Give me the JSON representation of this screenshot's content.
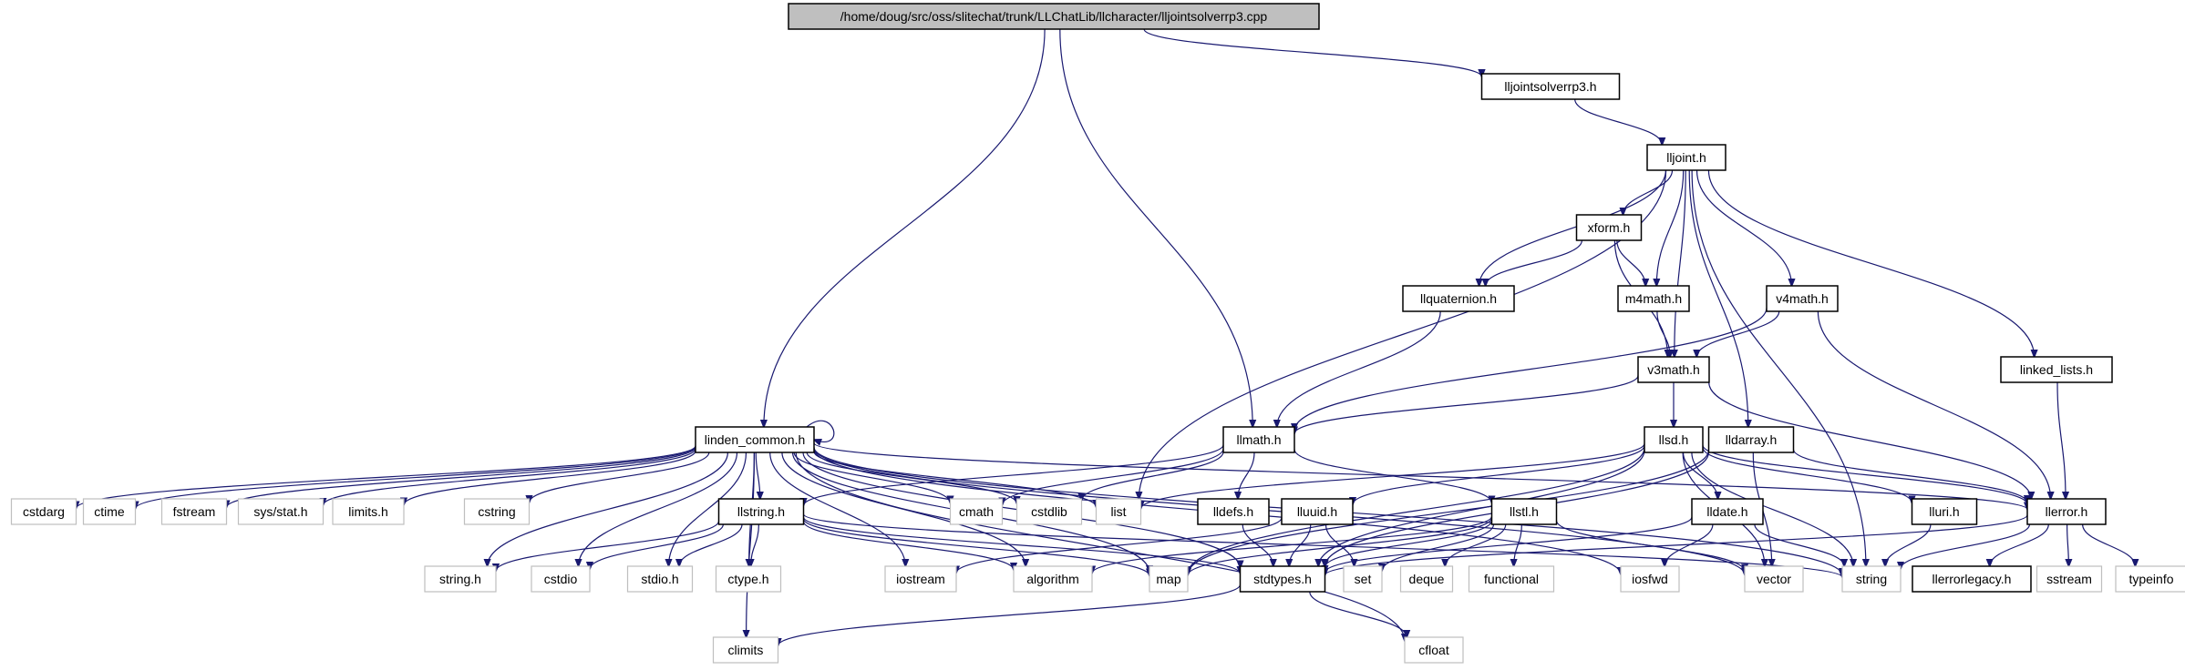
{
  "graph": {
    "nodes": [
      {
        "id": "root",
        "label": "/home/doug/src/oss/slitechat/trunk/LLChatLib/llcharacter/lljointsolverrp3.cpp",
        "kind": "root"
      },
      {
        "id": "lljointsolverrp3h",
        "label": "lljointsolverrp3.h",
        "kind": "header"
      },
      {
        "id": "lljointh",
        "label": "lljoint.h",
        "kind": "header"
      },
      {
        "id": "xformh",
        "label": "xform.h",
        "kind": "header"
      },
      {
        "id": "llquaternionh",
        "label": "llquaternion.h",
        "kind": "header"
      },
      {
        "id": "m4mathh",
        "label": "m4math.h",
        "kind": "header"
      },
      {
        "id": "v4mathh",
        "label": "v4math.h",
        "kind": "header"
      },
      {
        "id": "v3mathh",
        "label": "v3math.h",
        "kind": "header"
      },
      {
        "id": "linkedlistsh",
        "label": "linked_lists.h",
        "kind": "header"
      },
      {
        "id": "lindencommonh",
        "label": "linden_common.h",
        "kind": "header"
      },
      {
        "id": "llmathh",
        "label": "llmath.h",
        "kind": "header"
      },
      {
        "id": "llsdh",
        "label": "llsd.h",
        "kind": "header"
      },
      {
        "id": "lldarrayh",
        "label": "lldarray.h",
        "kind": "header"
      },
      {
        "id": "llerrorh",
        "label": "llerror.h",
        "kind": "header"
      },
      {
        "id": "cstdarg",
        "label": "cstdarg",
        "kind": "system"
      },
      {
        "id": "ctime",
        "label": "ctime",
        "kind": "system"
      },
      {
        "id": "fstream",
        "label": "fstream",
        "kind": "system"
      },
      {
        "id": "sysstat",
        "label": "sys/stat.h",
        "kind": "system"
      },
      {
        "id": "limitsh",
        "label": "limits.h",
        "kind": "system"
      },
      {
        "id": "cstring",
        "label": "cstring",
        "kind": "system"
      },
      {
        "id": "llstringh",
        "label": "llstring.h",
        "kind": "header"
      },
      {
        "id": "cmath",
        "label": "cmath",
        "kind": "system"
      },
      {
        "id": "cstdlib",
        "label": "cstdlib",
        "kind": "system"
      },
      {
        "id": "list",
        "label": "list",
        "kind": "system"
      },
      {
        "id": "lldefsh",
        "label": "lldefs.h",
        "kind": "header"
      },
      {
        "id": "lluuidh",
        "label": "lluuid.h",
        "kind": "header"
      },
      {
        "id": "llstlh",
        "label": "llstl.h",
        "kind": "header"
      },
      {
        "id": "lldateh",
        "label": "lldate.h",
        "kind": "header"
      },
      {
        "id": "llurih",
        "label": "lluri.h",
        "kind": "header"
      },
      {
        "id": "stringh",
        "label": "string.h",
        "kind": "system"
      },
      {
        "id": "cstdio",
        "label": "cstdio",
        "kind": "system"
      },
      {
        "id": "stdioh",
        "label": "stdio.h",
        "kind": "system"
      },
      {
        "id": "ctypeh",
        "label": "ctype.h",
        "kind": "system"
      },
      {
        "id": "iostream",
        "label": "iostream",
        "kind": "system"
      },
      {
        "id": "algorithm",
        "label": "algorithm",
        "kind": "system"
      },
      {
        "id": "map",
        "label": "map",
        "kind": "system"
      },
      {
        "id": "stdtypesh",
        "label": "stdtypes.h",
        "kind": "header"
      },
      {
        "id": "set",
        "label": "set",
        "kind": "system"
      },
      {
        "id": "deque",
        "label": "deque",
        "kind": "system"
      },
      {
        "id": "functional",
        "label": "functional",
        "kind": "system"
      },
      {
        "id": "iosfwd",
        "label": "iosfwd",
        "kind": "system"
      },
      {
        "id": "vector",
        "label": "vector",
        "kind": "system"
      },
      {
        "id": "string",
        "label": "string",
        "kind": "system"
      },
      {
        "id": "llerrorlegacyh",
        "label": "llerrorlegacy.h",
        "kind": "header"
      },
      {
        "id": "sstream",
        "label": "sstream",
        "kind": "system"
      },
      {
        "id": "typeinfo",
        "label": "typeinfo",
        "kind": "system"
      },
      {
        "id": "climits",
        "label": "climits",
        "kind": "system"
      },
      {
        "id": "cfloat",
        "label": "cfloat",
        "kind": "system"
      }
    ],
    "edges": [
      [
        "root",
        "lindencommonh"
      ],
      [
        "root",
        "llmathh"
      ],
      [
        "root",
        "lljointsolverrp3h"
      ],
      [
        "lljointsolverrp3h",
        "lljointh"
      ],
      [
        "lljointh",
        "xformh"
      ],
      [
        "lljointh",
        "llquaternionh"
      ],
      [
        "lljointh",
        "m4mathh"
      ],
      [
        "lljointh",
        "v3mathh"
      ],
      [
        "lljointh",
        "v4mathh"
      ],
      [
        "lljointh",
        "linkedlistsh"
      ],
      [
        "lljointh",
        "lldarrayh"
      ],
      [
        "lljointh",
        "list"
      ],
      [
        "lljointh",
        "string"
      ],
      [
        "xformh",
        "llquaternionh"
      ],
      [
        "xformh",
        "m4mathh"
      ],
      [
        "xformh",
        "v3mathh"
      ],
      [
        "llquaternionh",
        "llmathh"
      ],
      [
        "m4mathh",
        "v3mathh"
      ],
      [
        "v4mathh",
        "v3mathh"
      ],
      [
        "v4mathh",
        "llmathh"
      ],
      [
        "v4mathh",
        "llerrorh"
      ],
      [
        "v3mathh",
        "llmathh"
      ],
      [
        "v3mathh",
        "llsdh"
      ],
      [
        "v3mathh",
        "llerrorh"
      ],
      [
        "linkedlistsh",
        "llerrorh"
      ],
      [
        "lindencommonh",
        "lindencommonh"
      ],
      [
        "lindencommonh",
        "cstdarg"
      ],
      [
        "lindencommonh",
        "ctime"
      ],
      [
        "lindencommonh",
        "fstream"
      ],
      [
        "lindencommonh",
        "sysstat"
      ],
      [
        "lindencommonh",
        "limitsh"
      ],
      [
        "lindencommonh",
        "cstring"
      ],
      [
        "lindencommonh",
        "llstringh"
      ],
      [
        "lindencommonh",
        "cmath"
      ],
      [
        "lindencommonh",
        "cstdlib"
      ],
      [
        "lindencommonh",
        "list"
      ],
      [
        "lindencommonh",
        "stringh"
      ],
      [
        "lindencommonh",
        "cstdio"
      ],
      [
        "lindencommonh",
        "stdioh"
      ],
      [
        "lindencommonh",
        "ctypeh"
      ],
      [
        "lindencommonh",
        "iostream"
      ],
      [
        "lindencommonh",
        "algorithm"
      ],
      [
        "lindencommonh",
        "map"
      ],
      [
        "lindencommonh",
        "stdtypesh"
      ],
      [
        "lindencommonh",
        "climits"
      ],
      [
        "lindencommonh",
        "iosfwd"
      ],
      [
        "lindencommonh",
        "vector"
      ],
      [
        "lindencommonh",
        "string"
      ],
      [
        "lindencommonh",
        "llerrorh"
      ],
      [
        "lindencommonh",
        "cfloat"
      ],
      [
        "llmathh",
        "cmath"
      ],
      [
        "llmathh",
        "cstdlib"
      ],
      [
        "llmathh",
        "lldefsh"
      ],
      [
        "llmathh",
        "llstlh"
      ],
      [
        "llmathh",
        "llstringh"
      ],
      [
        "llsdh",
        "list"
      ],
      [
        "llsdh",
        "map"
      ],
      [
        "llsdh",
        "lluuidh"
      ],
      [
        "llsdh",
        "lldateh"
      ],
      [
        "llsdh",
        "llurih"
      ],
      [
        "llsdh",
        "stdtypesh"
      ],
      [
        "llsdh",
        "string"
      ],
      [
        "llsdh",
        "vector"
      ],
      [
        "llsdh",
        "llerrorh"
      ],
      [
        "lldarrayh",
        "llerrorh"
      ],
      [
        "lldarrayh",
        "stdtypesh"
      ],
      [
        "lldarrayh",
        "map"
      ],
      [
        "lldarrayh",
        "vector"
      ],
      [
        "llerrorh",
        "llerrorlegacyh"
      ],
      [
        "llerrorh",
        "sstream"
      ],
      [
        "llerrorh",
        "typeinfo"
      ],
      [
        "llerrorh",
        "string"
      ],
      [
        "llerrorh",
        "stdtypesh"
      ],
      [
        "llstringh",
        "stringh"
      ],
      [
        "llstringh",
        "cstdio"
      ],
      [
        "llstringh",
        "stdioh"
      ],
      [
        "llstringh",
        "ctypeh"
      ],
      [
        "llstringh",
        "algorithm"
      ],
      [
        "llstringh",
        "map"
      ],
      [
        "llstringh",
        "stdtypesh"
      ],
      [
        "llstringh",
        "string"
      ],
      [
        "lldefsh",
        "stdtypesh"
      ],
      [
        "lluuidh",
        "iostream"
      ],
      [
        "lluuidh",
        "set"
      ],
      [
        "lluuidh",
        "stdtypesh"
      ],
      [
        "llstlh",
        "map"
      ],
      [
        "llstlh",
        "set"
      ],
      [
        "llstlh",
        "deque"
      ],
      [
        "llstlh",
        "functional"
      ],
      [
        "llstlh",
        "algorithm"
      ],
      [
        "llstlh",
        "vector"
      ],
      [
        "llstlh",
        "stdtypesh"
      ],
      [
        "lldateh",
        "iosfwd"
      ],
      [
        "lldateh",
        "string"
      ],
      [
        "lldateh",
        "stdtypesh"
      ],
      [
        "llurih",
        "string"
      ],
      [
        "stdtypesh",
        "climits"
      ],
      [
        "stdtypesh",
        "cfloat"
      ]
    ]
  }
}
